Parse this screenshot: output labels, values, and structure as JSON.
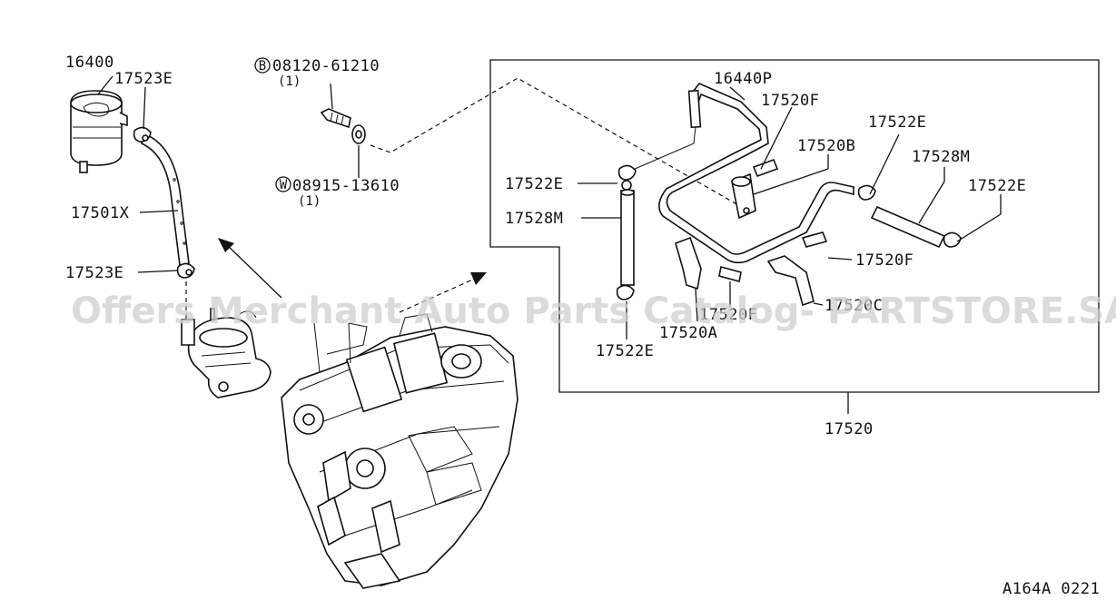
{
  "labels": {
    "p16400": "16400",
    "p17523e_top": "17523E",
    "p17501x": "17501X",
    "p17523e_bottom": "17523E",
    "bolt_code": "08120-61210",
    "bolt_qty": "(1)",
    "washer_code": "08915-13610",
    "washer_qty": "(1)",
    "p16440p": "16440P",
    "p17520f_top": "17520F",
    "p17520b": "17520B",
    "p17522e_tr": "17522E",
    "p17528m_r": "17528M",
    "p17522e_right": "17522E",
    "p17522e_left": "17522E",
    "p17528m_left": "17528M",
    "p17520f_mid": "17520F",
    "p17520c": "17520C",
    "p17520f_low": "17520F",
    "p17520a": "17520A",
    "p17522e_bottom": "17522E",
    "p17520": "17520",
    "diagram_code": "A164A 0221"
  },
  "symbols": {
    "bolt_marker": "B",
    "washer_marker": "W"
  },
  "watermark": "Offers Merchant Auto Parts Catalog- PARTSTORE.SA",
  "colors": {
    "ink": "#111111",
    "watermark": "#cfcfcf",
    "background": "#ffffff"
  }
}
